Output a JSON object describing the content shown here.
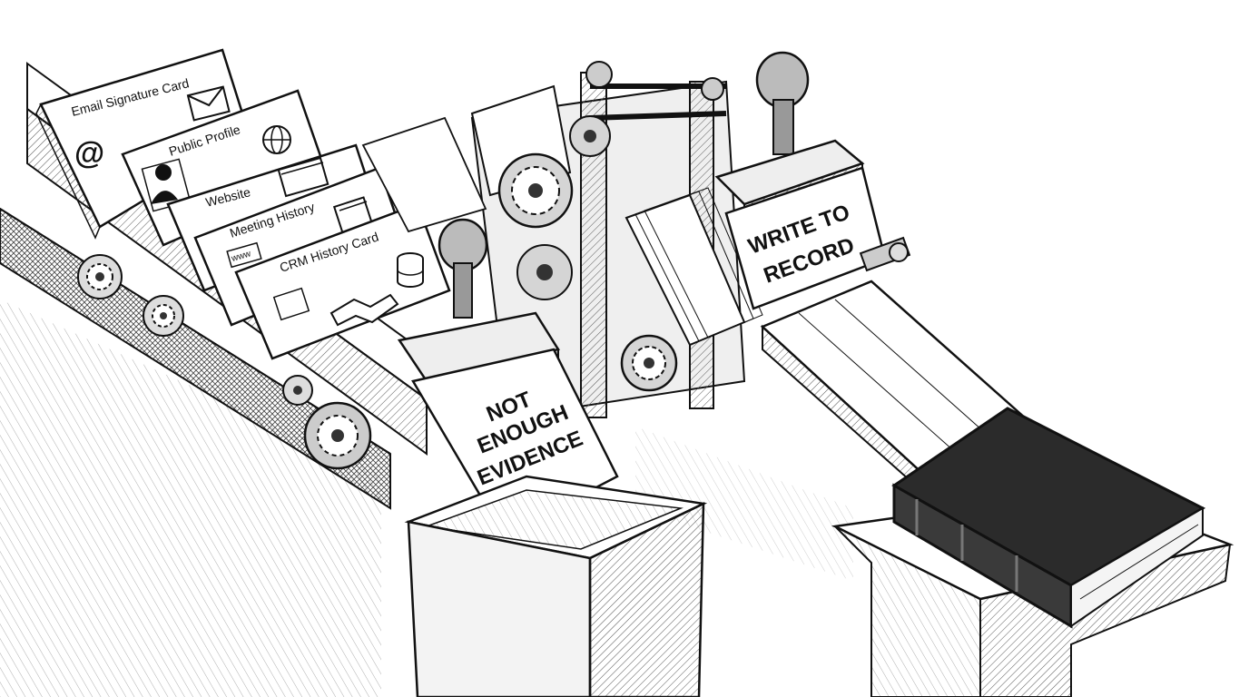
{
  "cards": {
    "email_signature": "Email Signature Card",
    "public_profile": "Public Profile",
    "website": "Website",
    "meeting_history": "Meeting History",
    "crm_history": "CRM History Card",
    "www_badge": "www"
  },
  "stamps": {
    "reject_line1": "NOT",
    "reject_line2": "ENOUGH",
    "reject_line3": "EVIDENCE",
    "accept_line1": "WRITE TO",
    "accept_line2": "RECORD"
  },
  "icons": {
    "email": "at-sign-icon",
    "envelope": "envelope-icon",
    "profile": "person-silhouette-icon",
    "globe": "globe-icon",
    "browser": "browser-window-icon",
    "calendar": "calendar-icon",
    "handshake": "handshake-icon",
    "database": "database-icon"
  },
  "colors": {
    "ink": "#111111",
    "paper": "#ffffff",
    "shade": "#d9d9d9",
    "dark": "#3a3a3a",
    "ledger": "#2b2b2b"
  }
}
